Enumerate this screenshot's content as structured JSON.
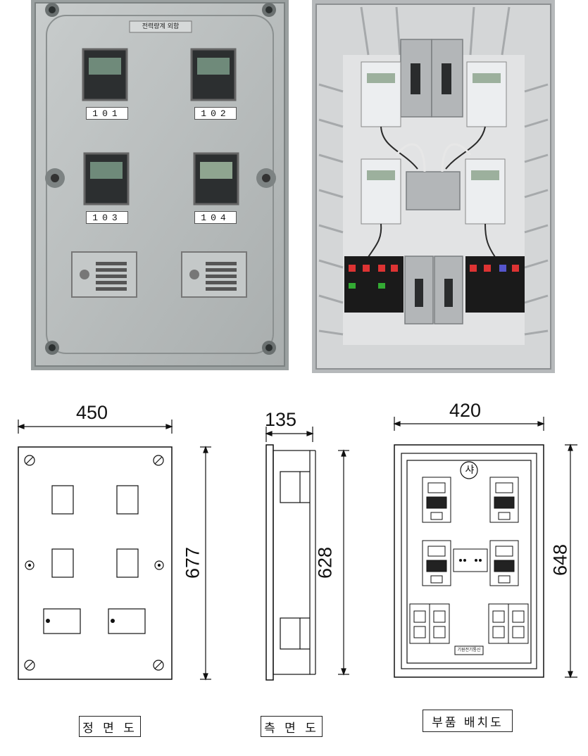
{
  "front_photo": {
    "top_plate_text": "전력량계 외함",
    "units": [
      "101",
      "102",
      "103",
      "104"
    ]
  },
  "dimensions": {
    "front_width": "450",
    "front_height": "677",
    "side_depth": "135",
    "side_height": "628",
    "layout_width": "420",
    "layout_height": "648"
  },
  "layout_drawing": {
    "logo_glyph": "샤",
    "bottom_label": "기원전기통신"
  },
  "captions": {
    "front_view": "정 면 도",
    "side_view": "측 면 도",
    "layout_view": "부품 배치도"
  },
  "colors": {
    "panel_gray": "#b9bdbd",
    "panel_dark": "#8e9394",
    "interior_gray": "#9a9d9f",
    "meter_white": "#e9ecef",
    "breaker_black": "#1a1a1a"
  }
}
